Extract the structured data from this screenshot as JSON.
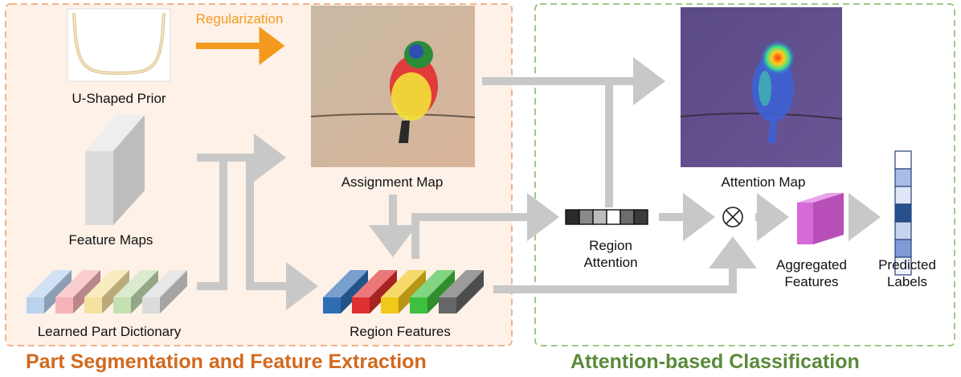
{
  "colors": {
    "left_panel_border": "#f2b48c",
    "left_panel_fill": "#fdf1e8",
    "right_panel_border": "#9cc98a",
    "right_panel_fill": "#ffffff",
    "arrow_gray": "#c8c8c8",
    "regularization_orange": "#f39a1e",
    "left_title": "#d2691e",
    "right_title": "#5a8a3a"
  },
  "left_panel": {
    "title": "Part Segmentation and Feature Extraction",
    "u_prior_label": "U-Shaped Prior",
    "regularization_label": "Regularization",
    "feature_maps_label": "Feature Maps",
    "dictionary_label": "Learned Part Dictionary",
    "dictionary_colors": [
      "#b9d3ee",
      "#f6b3b8",
      "#f6e2a0",
      "#c4dfb2",
      "#dcdcdc"
    ],
    "assignment_map_label": "Assignment Map",
    "region_features_label": "Region Features",
    "region_feature_colors": [
      "#2f6db5",
      "#e03030",
      "#f2c81a",
      "#3fbf3f",
      "#666666"
    ]
  },
  "right_panel": {
    "title": "Attention-based Classification",
    "attention_map_label": "Attention Map",
    "region_attention_label": "Region\nAttention",
    "region_attention_cells": [
      "#2b2b2b",
      "#8a8a8a",
      "#bdbdbd",
      "#ffffff",
      "#6d6d6d",
      "#3a3a3a"
    ],
    "aggregated_label": "Aggregated\nFeatures",
    "aggregated_color": "#d66ad6",
    "predicted_label": "Predicted\nLabels",
    "predicted_cells": [
      "#ffffff",
      "#a8bde6",
      "#dfe6f6",
      "#27508f",
      "#c6d3ef",
      "#7f9bd7",
      "#eef2fb"
    ],
    "operator_symbol": "⊗"
  }
}
